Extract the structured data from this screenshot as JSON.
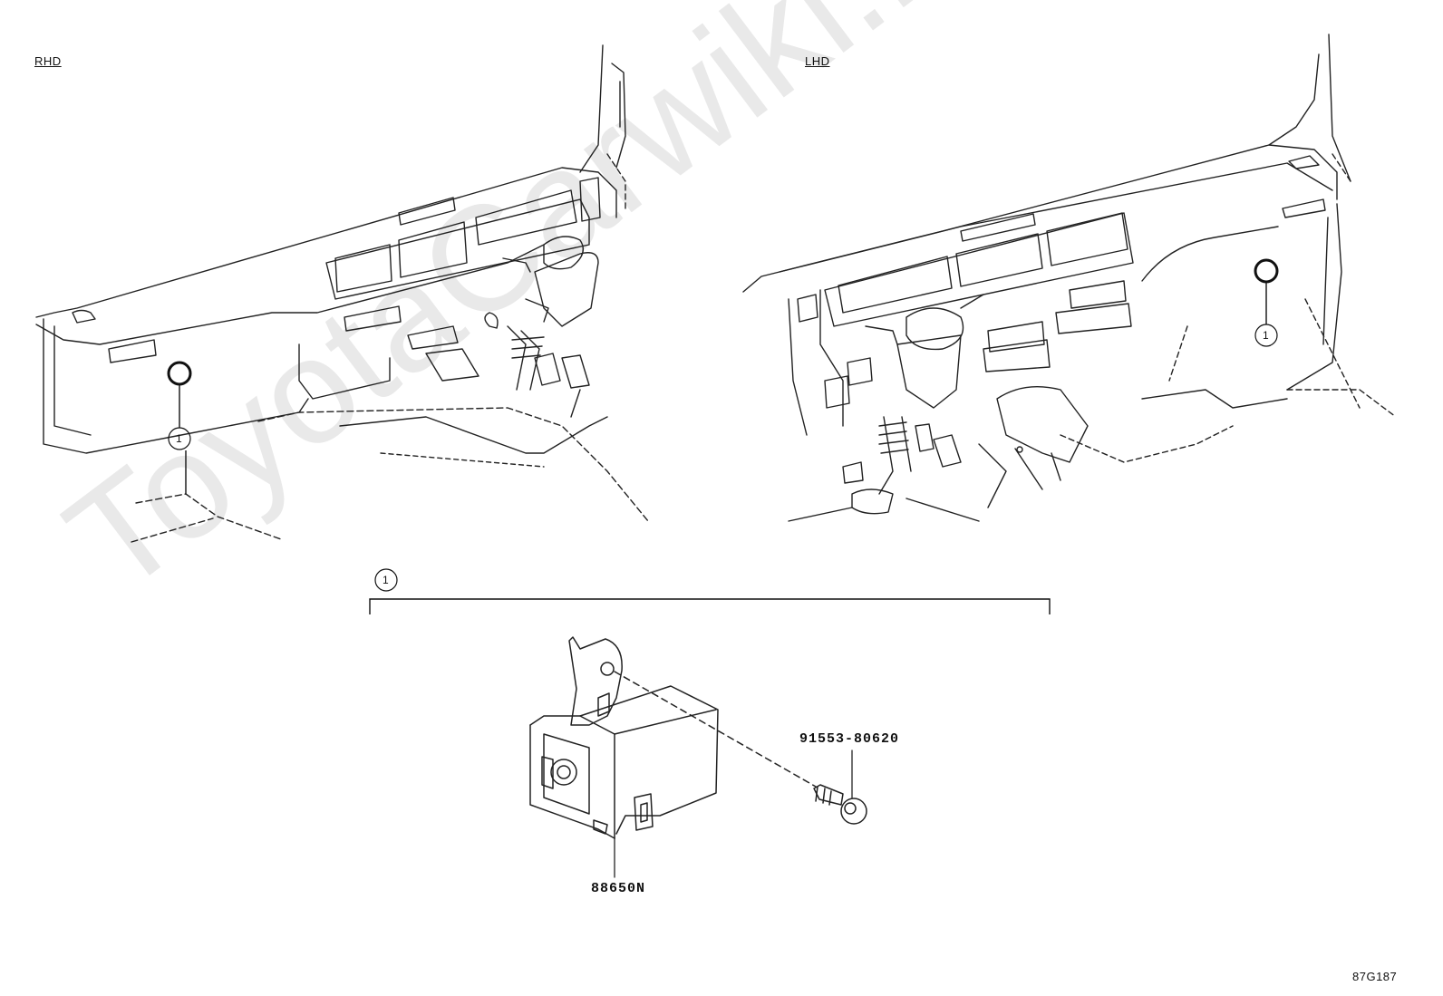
{
  "labels": {
    "rhd": "RHD",
    "lhd": "LHD",
    "callout": "1",
    "part_bracket_group": "1",
    "part_module": "88650N",
    "part_bolt": "91553-80620",
    "drawing_code": "87G187"
  },
  "watermark": "ToyotaCarwiki.ru",
  "colors": {
    "line": "#222222",
    "watermark": "#e6e6e6"
  }
}
